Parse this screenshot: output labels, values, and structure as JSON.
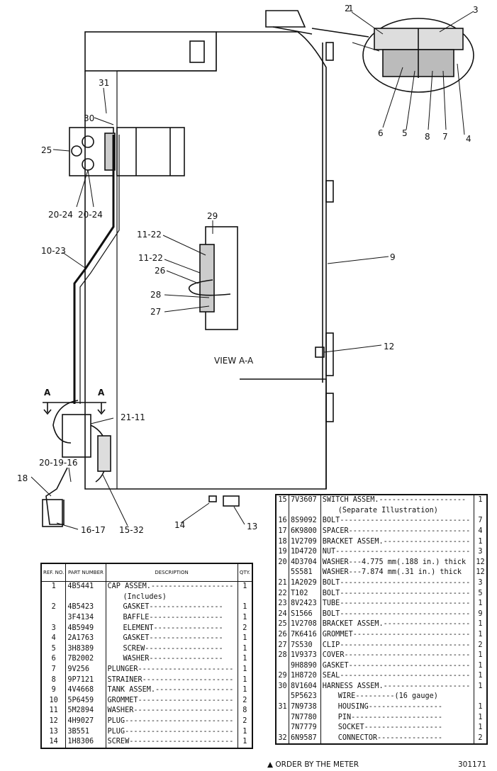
{
  "view_label": "VIEW A-A",
  "section_marks": [
    "A",
    "A"
  ],
  "callouts": [
    "1",
    "2",
    "3",
    "4",
    "5",
    "6",
    "7",
    "8",
    "9",
    "12",
    "13",
    "14",
    "25",
    "29",
    "30",
    "31",
    "26",
    "28",
    "27",
    "18",
    "11-22",
    "11-22",
    "20-24",
    "20-24",
    "10-23",
    "21-11",
    "20-19-16",
    "16-17",
    "15-32"
  ],
  "parts_left": {
    "headers": {
      "ref": "REF. NO.",
      "part": "PART NUMBER",
      "desc": "DESCRIPTION",
      "qty": "QTY."
    },
    "rows": [
      {
        "ref": "1",
        "part": "4B5441",
        "desc": "CAP ASSEM.-------------------",
        "qty": "1",
        "indent": 0
      },
      {
        "ref": "",
        "part": "",
        "desc": "(Includes)",
        "qty": "",
        "indent": 1
      },
      {
        "ref": "2",
        "part": "4B5423",
        "desc": "GASKET-----------------",
        "qty": "1",
        "indent": 1
      },
      {
        "ref": "",
        "part": "3F4134",
        "desc": "BAFFLE-----------------",
        "qty": "1",
        "indent": 1
      },
      {
        "ref": "3",
        "part": "4B5949",
        "desc": "ELEMENT----------------",
        "qty": "2",
        "indent": 1
      },
      {
        "ref": "4",
        "part": "2A1763",
        "desc": "GASKET-----------------",
        "qty": "1",
        "indent": 1
      },
      {
        "ref": "5",
        "part": "3H8389",
        "desc": "SCREW------------------",
        "qty": "1",
        "indent": 1
      },
      {
        "ref": "6",
        "part": "7B2002",
        "desc": "WASHER-----------------",
        "qty": "1",
        "indent": 1
      },
      {
        "ref": "7",
        "part": "9V256",
        "desc": "PLUNGER----------------------",
        "qty": "1",
        "indent": 0
      },
      {
        "ref": "8",
        "part": "9P7121",
        "desc": "STRAINER---------------------",
        "qty": "1",
        "indent": 0
      },
      {
        "ref": "9",
        "part": "4V4668",
        "desc": "TANK ASSEM.------------------",
        "qty": "1",
        "indent": 0
      },
      {
        "ref": "10",
        "part": "5P6459",
        "desc": "GROMMET----------------------",
        "qty": "2",
        "indent": 0
      },
      {
        "ref": "11",
        "part": "5M2894",
        "desc": "WASHER-----------------------",
        "qty": "8",
        "indent": 0
      },
      {
        "ref": "12",
        "part": "4H9027",
        "desc": "PLUG-------------------------",
        "qty": "2",
        "indent": 0
      },
      {
        "ref": "13",
        "part": "3B551",
        "desc": "PLUG-------------------------",
        "qty": "1",
        "indent": 0
      },
      {
        "ref": "14",
        "part": "1H8306",
        "desc": "SCREW------------------------",
        "qty": "1",
        "indent": 0
      }
    ]
  },
  "parts_right": {
    "rows": [
      {
        "ref": "15",
        "part": "7V3607",
        "desc": "SWITCH ASSEM.--------------------",
        "qty": "1",
        "indent": 0
      },
      {
        "ref": "",
        "part": "",
        "desc": "(Separate Illustration)",
        "qty": "",
        "indent": 1
      },
      {
        "ref": "16",
        "part": "8S9092",
        "desc": "BOLT------------------------------",
        "qty": "7",
        "indent": 0
      },
      {
        "ref": "17",
        "part": "6K9800",
        "desc": "SPACER----------------------------",
        "qty": "4",
        "indent": 0
      },
      {
        "ref": "18",
        "part": "1V2709",
        "desc": "BRACKET ASSEM.--------------------",
        "qty": "1",
        "indent": 0
      },
      {
        "ref": "19",
        "part": "1D4720",
        "desc": "NUT-------------------------------",
        "qty": "3",
        "indent": 0
      },
      {
        "ref": "20",
        "part": "4D3704",
        "desc": "WASHER---4.775 mm(.188 in.) thick",
        "qty": "12",
        "indent": 0
      },
      {
        "ref": "",
        "part": "5S581",
        "desc": "WASHER---7.874 mm(.31 in.) thick",
        "qty": "12",
        "indent": 0
      },
      {
        "ref": "21",
        "part": "1A2029",
        "desc": "BOLT------------------------------",
        "qty": "3",
        "indent": 0
      },
      {
        "ref": "22",
        "part": "T102",
        "desc": "BOLT------------------------------",
        "qty": "5",
        "indent": 0
      },
      {
        "ref": "23",
        "part": "8V2423",
        "desc": "TUBE------------------------------",
        "qty": "1",
        "indent": 0
      },
      {
        "ref": "24",
        "part": "S1566",
        "desc": "BOLT------------------------------",
        "qty": "9",
        "indent": 0
      },
      {
        "ref": "25",
        "part": "1V2708",
        "desc": "BRACKET ASSEM.--------------------",
        "qty": "1",
        "indent": 0
      },
      {
        "ref": "26",
        "part": "7K6416",
        "desc": "GROMMET---------------------------",
        "qty": "1",
        "indent": 0
      },
      {
        "ref": "27",
        "part": "7S530",
        "desc": "CLIP------------------------------",
        "qty": "2",
        "indent": 0
      },
      {
        "ref": "28",
        "part": "1V9373",
        "desc": "COVER-----------------------------",
        "qty": "1",
        "indent": 0
      },
      {
        "ref": "",
        "part": "9H8890",
        "desc": "GASKET----------------------------",
        "qty": "1",
        "indent": 0
      },
      {
        "ref": "29",
        "part": "1H8720",
        "desc": "SEAL------------------------------",
        "qty": "1",
        "indent": 0
      },
      {
        "ref": "30",
        "part": "8V1604",
        "desc": "HARNESS ASSEM.--------------------",
        "qty": "1",
        "indent": 0
      },
      {
        "ref": "",
        "part": "5P5623",
        "desc": "WIRE---------(16 gauge)",
        "qty": "",
        "indent": 1
      },
      {
        "ref": "31",
        "part": "7N9738",
        "desc": "HOUSING-----------------",
        "qty": "1",
        "indent": 1
      },
      {
        "ref": "",
        "part": "7N7780",
        "desc": "PIN---------------------",
        "qty": "1",
        "indent": 1
      },
      {
        "ref": "",
        "part": "7N7779",
        "desc": "SOCKET------------------",
        "qty": "1",
        "indent": 1
      },
      {
        "ref": "32",
        "part": "6N9587",
        "desc": "CONNECTOR---------------",
        "qty": "2",
        "indent": 1
      }
    ]
  },
  "footnote": "ORDER BY THE METER",
  "figure_number": "301171"
}
